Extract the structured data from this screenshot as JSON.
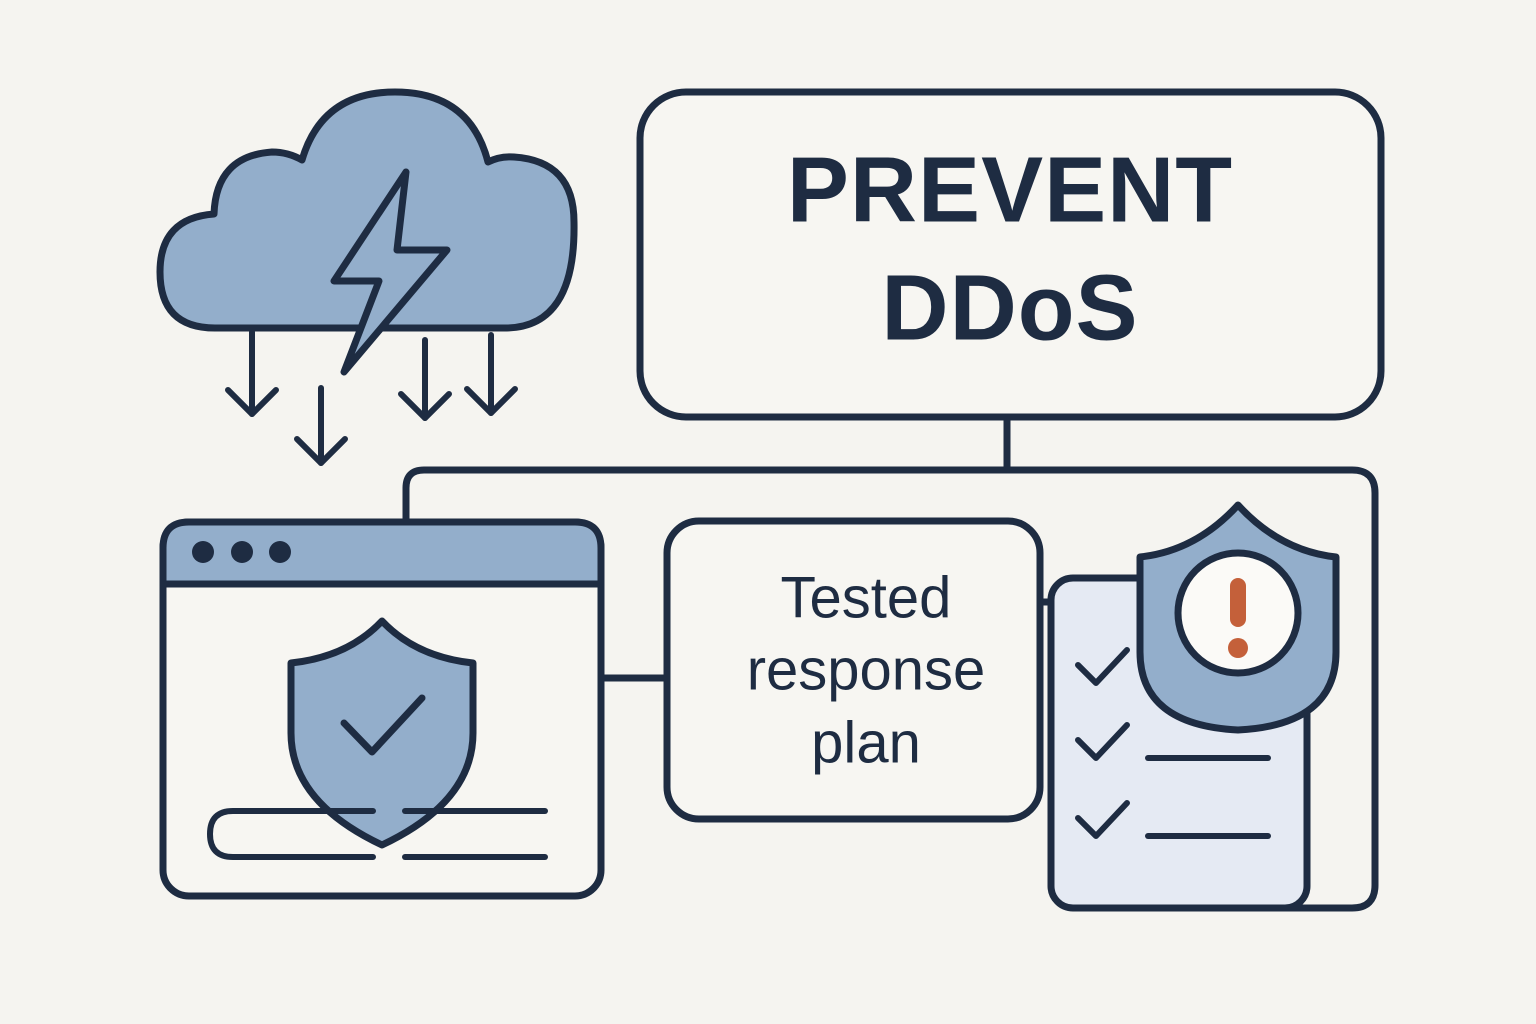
{
  "diagram": {
    "background_color": "#f5f4f0",
    "line_color": "#1e2c42",
    "accent_blue": "#93aecb",
    "document_fill": "#e5eaf3",
    "alert_color": "#c4603a",
    "title_node": {
      "line1": "PREVENT",
      "line2": "DDoS"
    },
    "plan_node": {
      "line1": "Tested",
      "line2": "response",
      "line3": "plan"
    },
    "icons": {
      "storm_cloud": "storm-cloud-icon",
      "lightning_bolt": "lightning-bolt-icon",
      "attack_arrows": [
        "down-arrow-icon",
        "down-arrow-icon",
        "down-arrow-icon",
        "down-arrow-icon"
      ],
      "browser_window": "browser-window-icon",
      "shield_check": "shield-check-icon",
      "checklist_document": "checklist-document-icon",
      "checkmarks": [
        "check-icon",
        "check-icon",
        "check-icon"
      ],
      "alert_shield": "shield-alert-icon",
      "exclamation": "exclamation-icon"
    },
    "connectors": [
      "title-to-bus",
      "bus-left-to-browser",
      "bus-right-frame",
      "browser-to-plan",
      "plan-to-checklist"
    ]
  }
}
